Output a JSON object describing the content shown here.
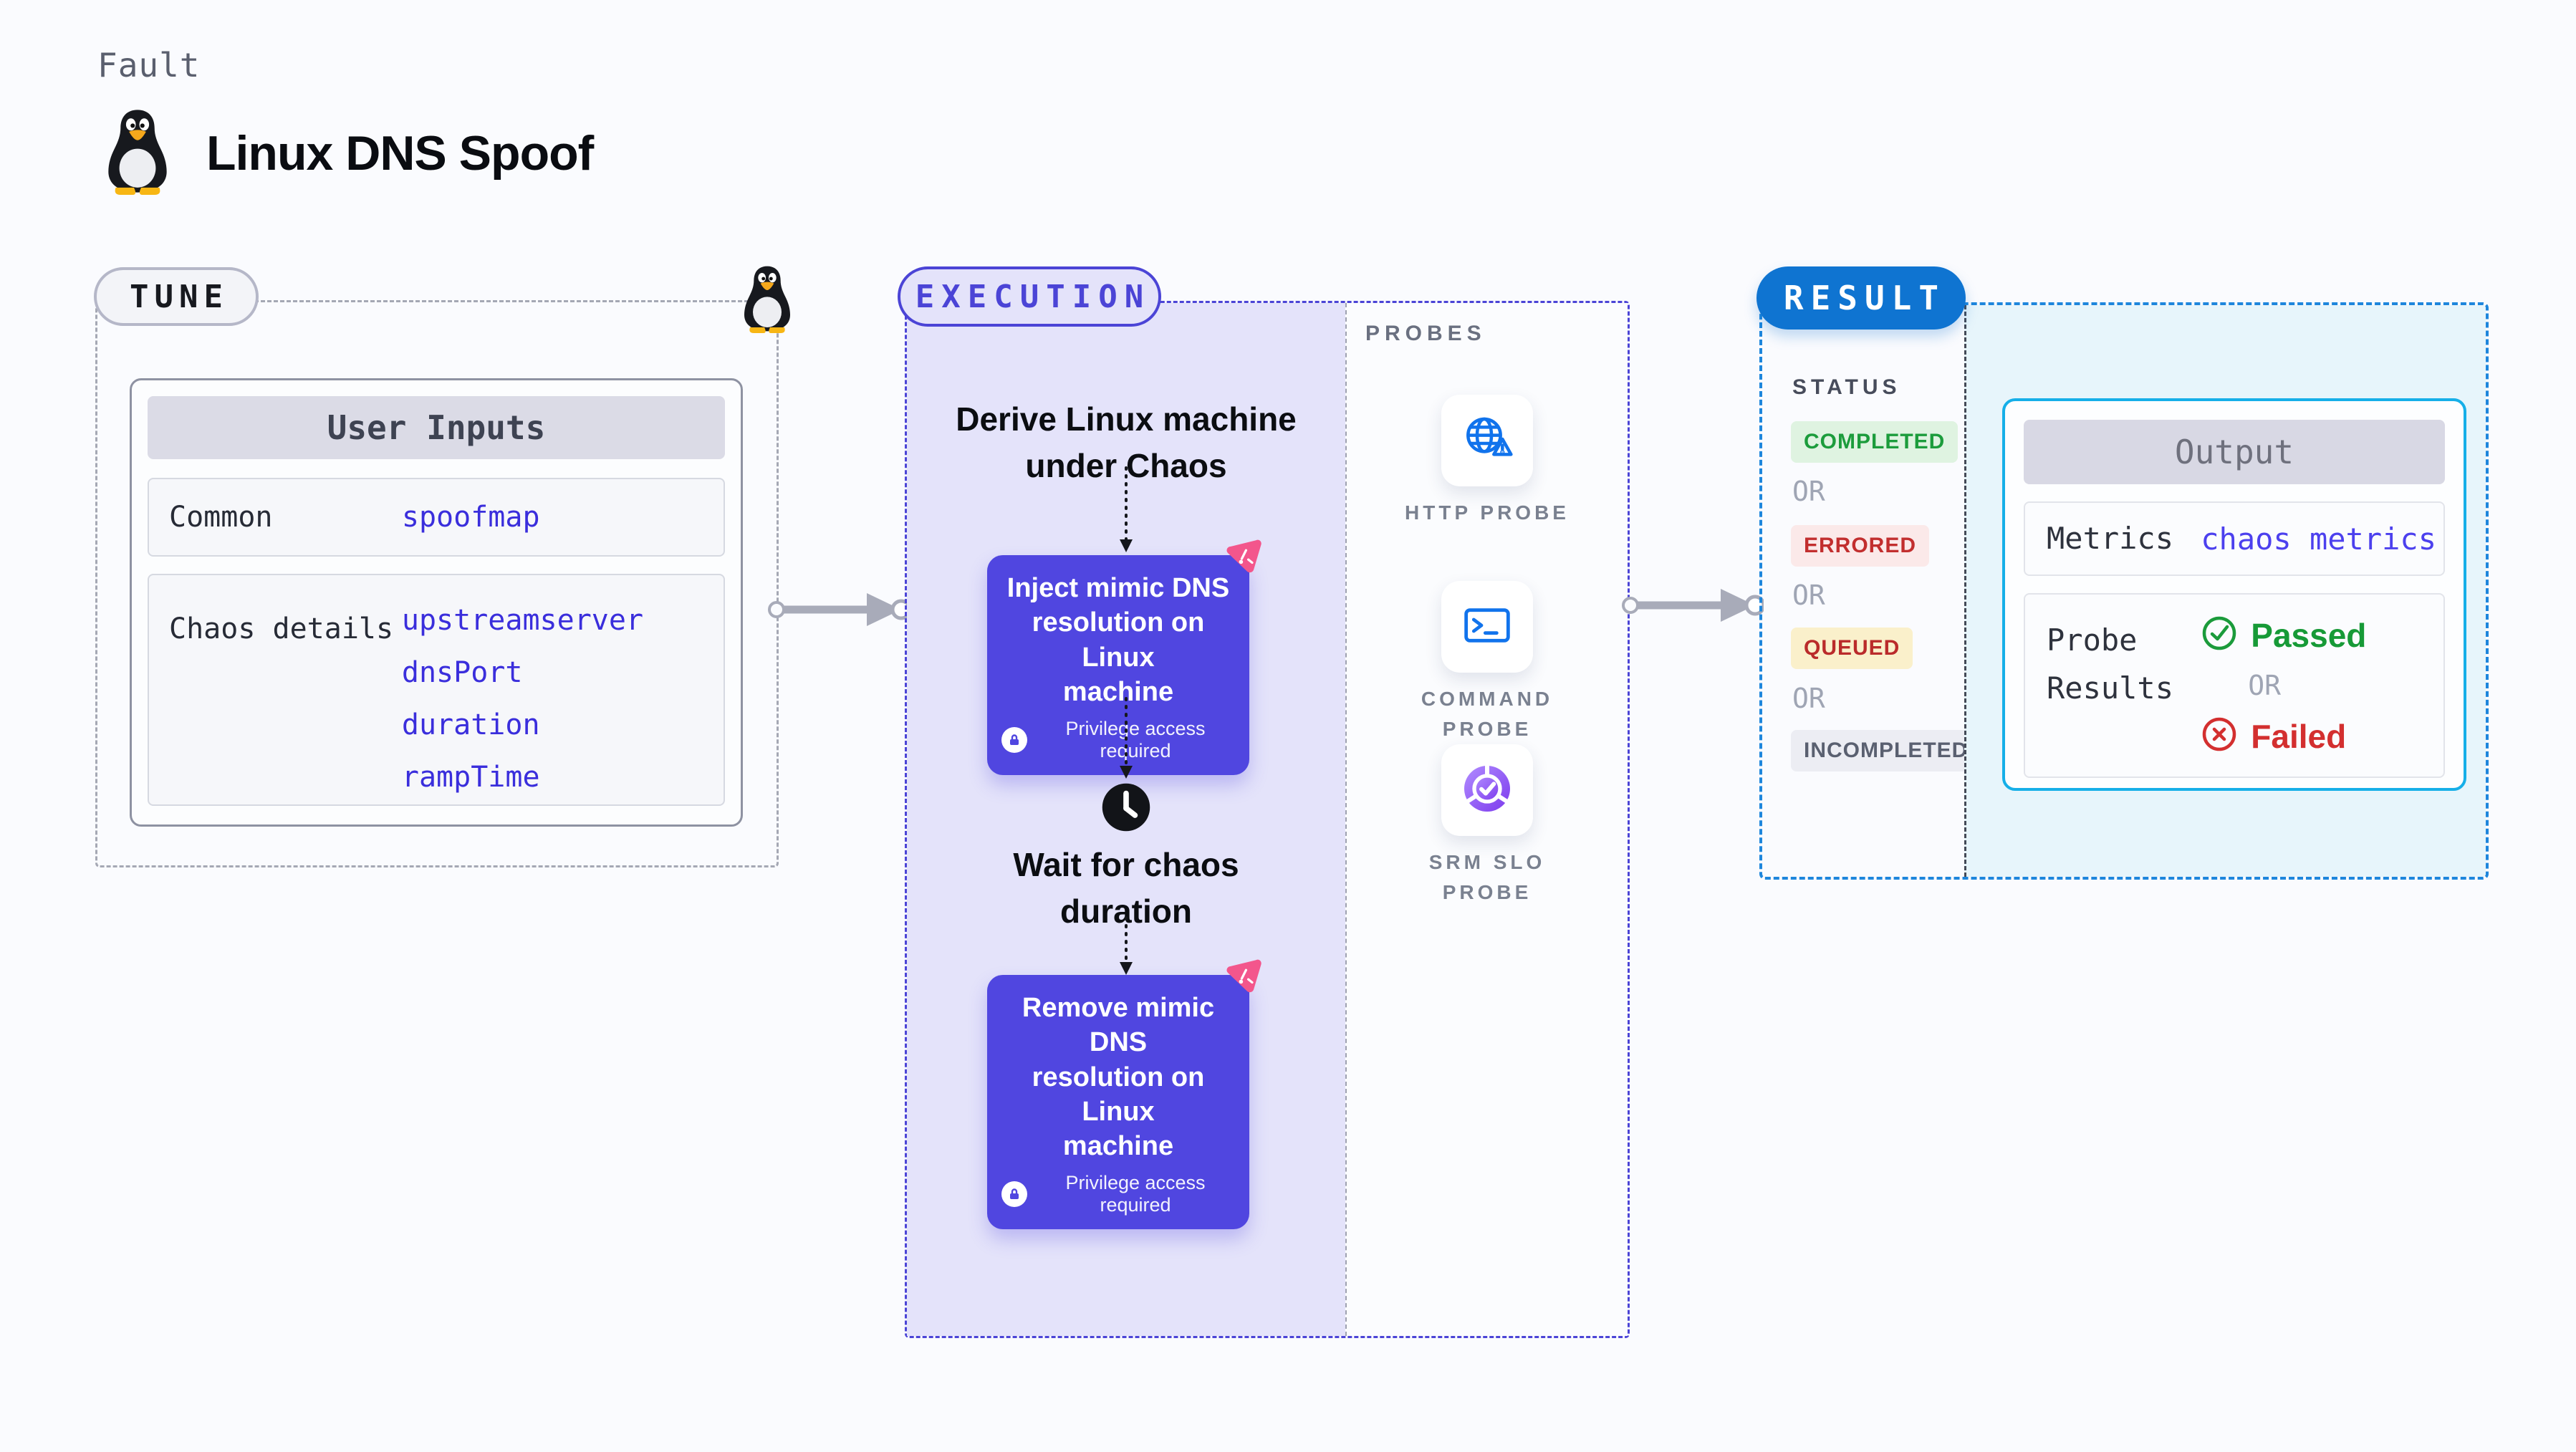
{
  "page": {
    "kicker": "Fault",
    "title": "Linux DNS Spoof"
  },
  "tune": {
    "label": "TUNE",
    "card": {
      "header": "User Inputs",
      "rows": [
        {
          "label": "Common",
          "values": [
            "spoofmap"
          ]
        },
        {
          "label": "Chaos details",
          "values": [
            "upstreamserver",
            "dnsPort",
            "duration",
            "rampTime"
          ]
        }
      ]
    }
  },
  "execution": {
    "label": "EXECUTION",
    "derive_lines": [
      "Derive Linux machine",
      "under Chaos"
    ],
    "inject": {
      "lines": [
        "Inject mimic DNS",
        "resolution on Linux",
        "machine"
      ],
      "note": "Privilege access required"
    },
    "wait_lines": [
      "Wait for chaos",
      "duration"
    ],
    "remove": {
      "lines": [
        "Remove mimic DNS",
        "resolution on Linux",
        "machine"
      ],
      "note": "Privilege access required"
    }
  },
  "probes": {
    "label": "PROBES",
    "items": [
      {
        "name": "HTTP PROBE",
        "icon": "globe-alert-icon"
      },
      {
        "name": "COMMAND PROBE",
        "icon": "terminal-icon"
      },
      {
        "name": "SRM SLO PROBE",
        "icon": "slo-pie-check-icon"
      }
    ]
  },
  "result": {
    "label": "RESULT",
    "status_label": "STATUS",
    "or_label": "OR",
    "statuses": [
      {
        "text": "COMPLETED",
        "bg": "#DFF3E1",
        "color": "#1C9C3C"
      },
      {
        "text": "ERRORED",
        "bg": "#FBE9E9",
        "color": "#C22E2E"
      },
      {
        "text": "QUEUED",
        "bg": "#FAF0CB",
        "color": "#BA2B2B"
      },
      {
        "text": "INCOMPLETED",
        "bg": "#ECEDF3",
        "color": "#5A6070"
      }
    ],
    "output": {
      "header": "Output",
      "metrics_label": "Metrics",
      "metrics_value": "chaos metrics",
      "probe_results_label": "Probe Results",
      "passed": "Passed",
      "failed": "Failed"
    }
  },
  "colors": {
    "page_bg": "#FAFBFE",
    "execution_fill": "#E4E3FA",
    "execution_border": "#4B44D6",
    "step_box": "#5046E0",
    "chaos_pink": "#F3568C",
    "result_border": "#1E86DC",
    "result_fill": "#E7F5FB",
    "result_pill": "#0F74D1",
    "output_border": "#16AFE8",
    "probe_icon_blue": "#1173EC",
    "probe_icon_purple": "#7C3AED",
    "value_blue": "#3A2EDC",
    "passed_green": "#179A37",
    "failed_red": "#D32F2F"
  }
}
